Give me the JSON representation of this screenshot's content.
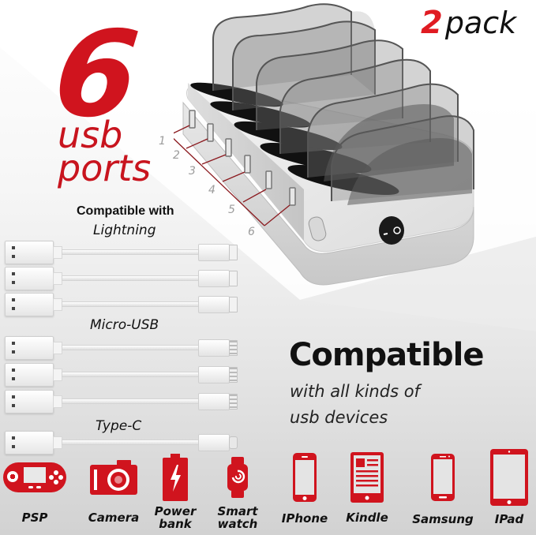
{
  "hero": {
    "number": "6",
    "line1": "usb",
    "line2": "ports",
    "pack_number": "2",
    "pack_word": "pack"
  },
  "product": {
    "name": "6-port USB charging station with acrylic dividers",
    "port_numbers": [
      "1",
      "2",
      "3",
      "4",
      "5",
      "6"
    ],
    "switch": "power-rocker-switch"
  },
  "cables": {
    "heading": "Compatible with",
    "groups": [
      {
        "label": "Lightning",
        "count": 3,
        "type": "lightning"
      },
      {
        "label": "Micro-USB",
        "count": 3,
        "type": "micro"
      },
      {
        "label": "Type-C",
        "count": 1,
        "type": "typec"
      }
    ]
  },
  "tagline": {
    "title": "Compatible",
    "line1": "with all kinds of",
    "line2": "usb devices"
  },
  "devices": [
    {
      "label": "PSP",
      "icon": "gamepad-icon"
    },
    {
      "label": "Camera",
      "icon": "camera-icon"
    },
    {
      "label": "Power",
      "label2": "bank",
      "icon": "battery-bolt-icon"
    },
    {
      "label": "Smart",
      "label2": "watch",
      "icon": "smartwatch-icon"
    },
    {
      "label": "IPhone",
      "icon": "iphone-icon"
    },
    {
      "label": "Kindle",
      "icon": "ereader-icon"
    },
    {
      "label": "Samsung",
      "icon": "android-phone-icon"
    },
    {
      "label": "IPad",
      "icon": "tablet-icon"
    }
  ],
  "colors": {
    "accent_red": "#d0141e",
    "text_dark": "#111111",
    "port_label_gray": "#9c9c9c"
  }
}
